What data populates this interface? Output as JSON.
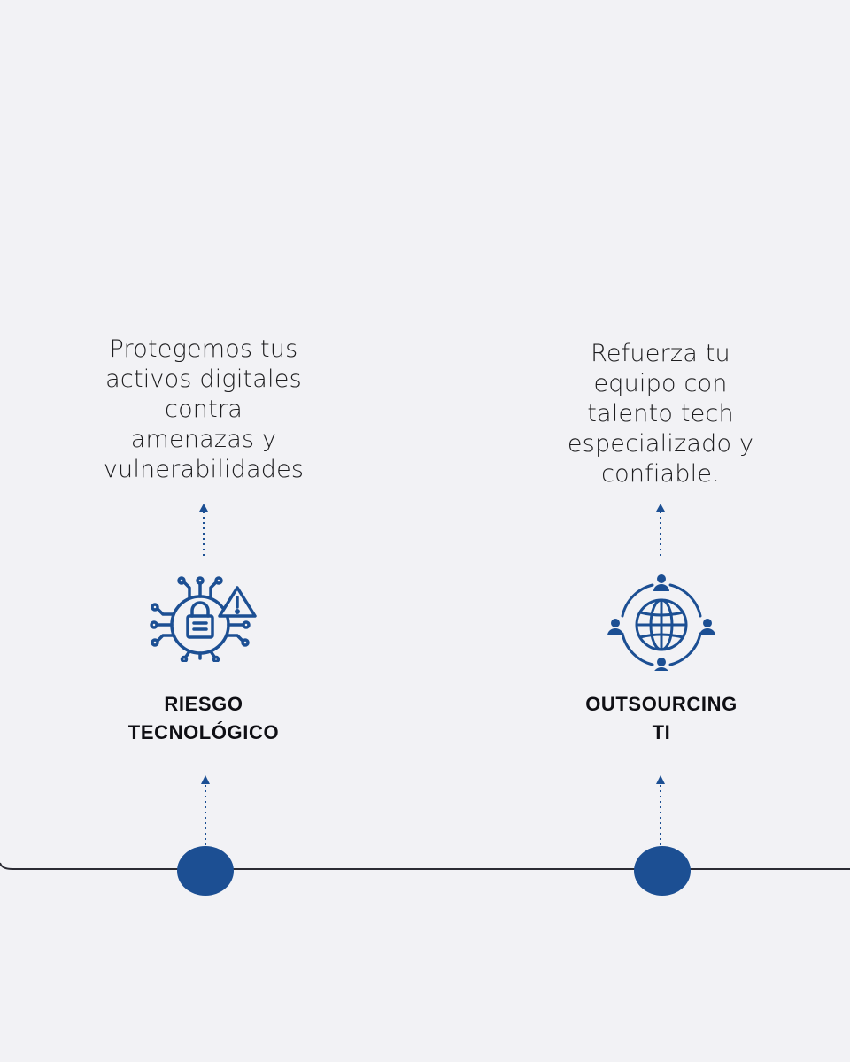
{
  "colors": {
    "background": "#f2f2f5",
    "accent": "#1c4f93",
    "line": "#2b2b33",
    "text": "#1d1d1f"
  },
  "items": [
    {
      "description": [
        "Protegemos tus",
        "activos digitales",
        "contra",
        "amenazas y",
        "vulnerabilidades"
      ],
      "label": [
        "RIESGO",
        "TECNOLÓGICO"
      ],
      "icon": "lock-circuit-warning-icon"
    },
    {
      "description": [
        "Refuerza tu",
        "equipo con",
        "talento tech",
        "especializado y",
        "confiable."
      ],
      "label": [
        "OUTSOURCING",
        "TI"
      ],
      "icon": "globe-people-icon"
    }
  ]
}
